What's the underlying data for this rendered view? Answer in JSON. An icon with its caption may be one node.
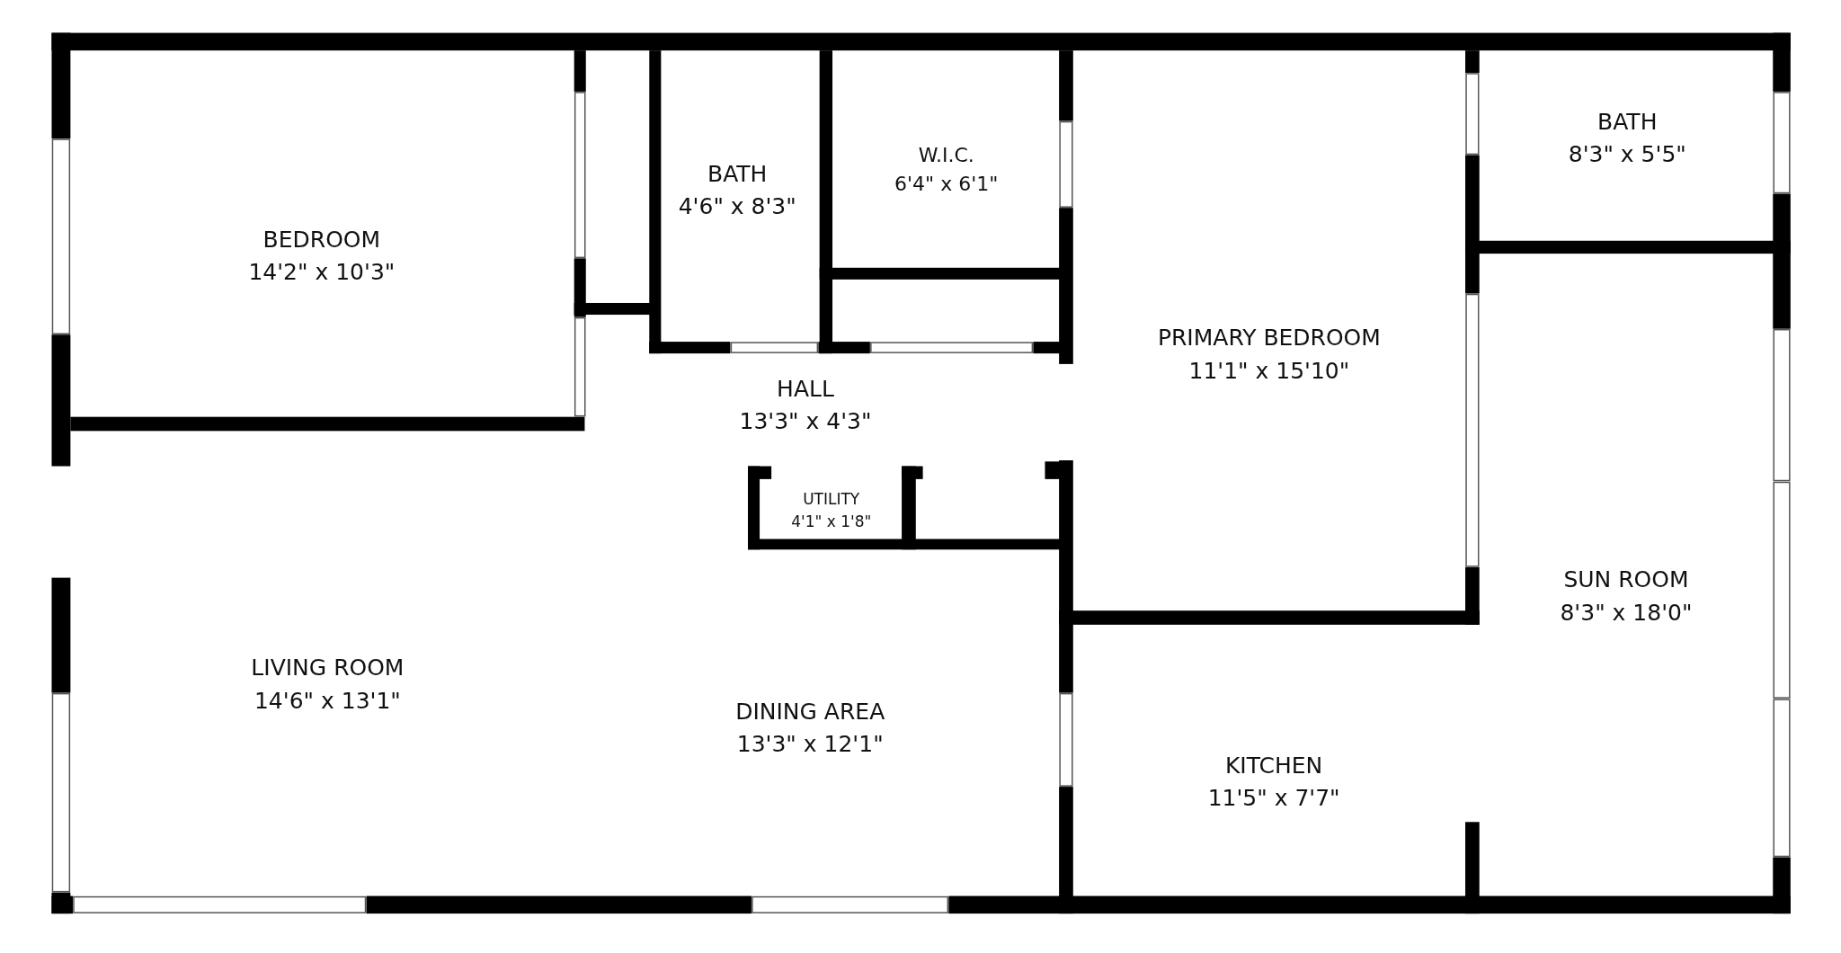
{
  "diagram": {
    "nodes": [
      {
        "text": [
          "BEDROOM",
          "14'2\" x 10'3\""
        ]
      },
      {
        "text": [
          "BATH",
          "4'6\" x 8'3\""
        ]
      },
      {
        "text": [
          "W.I.C.",
          "6'4\" x 6'1\""
        ]
      },
      {
        "text": [
          "PRIMARY BEDROOM",
          "11'1\" x 15'10\""
        ]
      },
      {
        "text": [
          "BATH",
          "8'3\" x 5'5\""
        ]
      },
      {
        "text": [
          "HALL",
          "13'3\" x 4'3\""
        ]
      },
      {
        "text": [
          "UTILITY",
          "4'1\" x 1'8\""
        ]
      },
      {
        "text": [
          "SUN ROOM",
          "8'3\" x 18'0\""
        ]
      },
      {
        "text": [
          "LIVING ROOM",
          "14'6\" x 13'1\""
        ]
      },
      {
        "text": [
          "DINING AREA",
          "13'3\" x 12'1\""
        ]
      },
      {
        "text": [
          "KITCHEN",
          "11'5\" x 7'7\""
        ]
      }
    ]
  }
}
